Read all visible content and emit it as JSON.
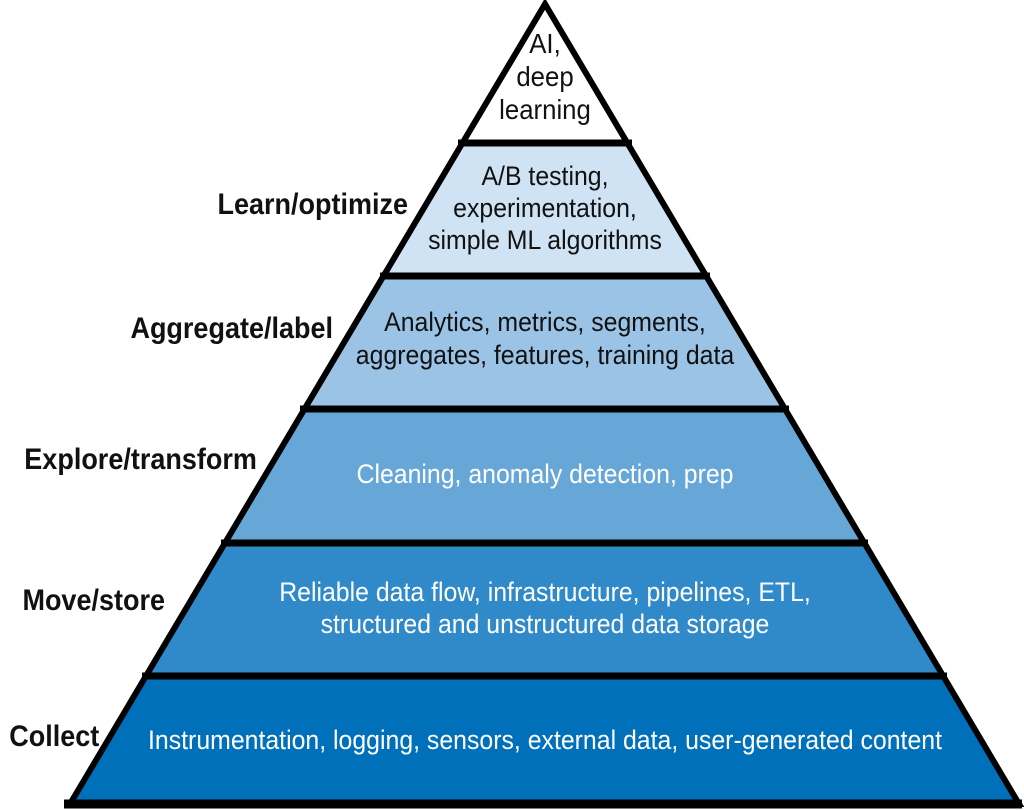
{
  "background": "#ffffff",
  "outline_color": "#000000",
  "pyramid": {
    "levels": [
      {
        "side_label": "",
        "content": "AI,\ndeep\nlearning",
        "fill": "#ffffff",
        "text_color": "#111111"
      },
      {
        "side_label": "Learn/optimize",
        "content": "A/B testing,\nexperimentation,\nsimple ML algorithms",
        "fill": "#cfe3f4",
        "text_color": "#111111"
      },
      {
        "side_label": "Aggregate/label",
        "content": "Analytics, metrics, segments,\naggregates, features, training data",
        "fill": "#9bc3e5",
        "text_color": "#111111"
      },
      {
        "side_label": "Explore/transform",
        "content": "Cleaning, anomaly detection, prep",
        "fill": "#67a7d8",
        "text_color": "#ffffff"
      },
      {
        "side_label": "Move/store",
        "content": "Reliable data flow, infrastructure, pipelines, ETL,\nstructured and unstructured data storage",
        "fill": "#3089c9",
        "text_color": "#ffffff"
      },
      {
        "side_label": "Collect",
        "content": "Instrumentation, logging, sensors, external data, user-generated content",
        "fill": "#0070bb",
        "text_color": "#ffffff"
      }
    ]
  }
}
